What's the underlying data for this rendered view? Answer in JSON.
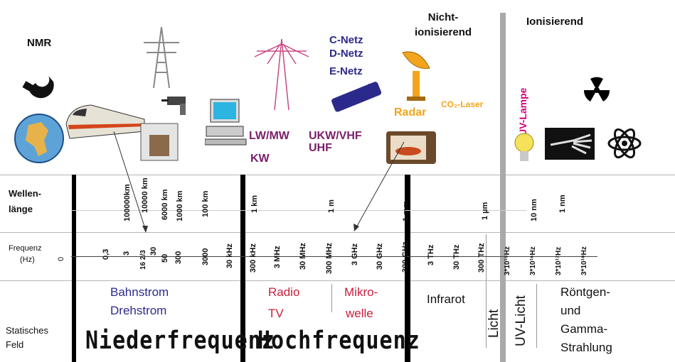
{
  "top_labels": {
    "nmr": "NMR",
    "nicht_ionisierend": "Nicht-\nionisierend",
    "ionisierend": "Ionisierend",
    "c_netz": "C-Netz",
    "d_netz": "D-Netz",
    "e_netz": "E-Netz",
    "radar": "Radar",
    "co2_laser": "CO₂-Laser",
    "uv_lampe": "UV-Lampe",
    "lw_mw": "LW/MW",
    "kw": "KW",
    "ukw_vhf": "UKW/VHF",
    "uhf": "UHF"
  },
  "row_labels": {
    "wellenlaenge": "Wellen-\nlänge",
    "frequenz": "Frequenz",
    "hz": "(Hz)",
    "frequenz_zero": "0",
    "statisches_feld": "Statisches\nFeld"
  },
  "wavelength_ticks": [
    "100000km",
    "10000 km",
    "6000 km",
    "1000 km",
    "100 km",
    "1 km",
    "1 m",
    "1 mm",
    "1 µm",
    "10 nm",
    "1 nm"
  ],
  "frequency_ticks": [
    "0,3",
    "3",
    "16 2/3",
    "30",
    "50",
    "300",
    "3000",
    "30 kHz",
    "300 kHz",
    "3 MHz",
    "30 MHz",
    "300 MHz",
    "3 GHz",
    "30 GHz",
    "300 GHz",
    "3 THz",
    "30 THz",
    "300 THz",
    "3*10¹⁵Hz",
    "3*10¹⁶Hz",
    "3*10¹⁷Hz",
    "3*10¹⁸Hz"
  ],
  "bands": {
    "bahnstrom": "Bahnstrom",
    "drehstrom": "Drehstrom",
    "niederfrequenz": "Niederfrequenz",
    "radio": "Radio",
    "tv": "TV",
    "mikro": "Mikro-",
    "welle": "welle",
    "hochfrequenz": "Hochfrequenz",
    "infrarot": "Infrarot",
    "licht": "Licht",
    "uv_licht": "UV-Licht",
    "roentgen": "Röntgen-",
    "und": "und",
    "gamma": "Gamma-",
    "strahlung": "Strahlung"
  },
  "colors": {
    "navy": "#2b2a8c",
    "crimson": "#c8203a",
    "orange": "#f2a51c",
    "magenta": "#d4007a",
    "purple": "#7a1f6b"
  }
}
